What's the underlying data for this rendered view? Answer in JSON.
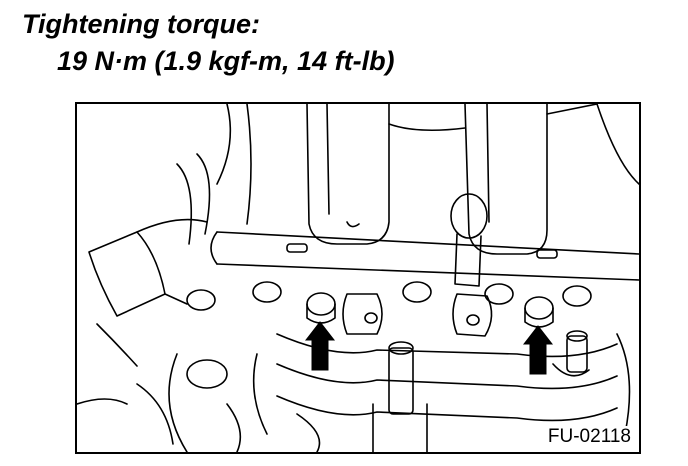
{
  "heading": {
    "title": "Tightening torque:",
    "spec": "19 N·m (1.9 kgf-m, 14 ft-lb)"
  },
  "figure": {
    "label": "FU-02118"
  }
}
